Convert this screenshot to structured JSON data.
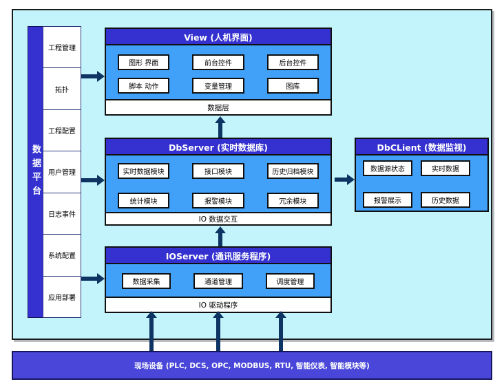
{
  "palette": {
    "panel_background": "#c3f4fb",
    "header_blue": "#3431d0",
    "body_blue": "#41a0f7",
    "field_bar_blue": "#4946d9",
    "arrow_navy": "#0d3463",
    "box_white": "#ffffff"
  },
  "sidebar": {
    "platform_label": "数据平台",
    "items": [
      "工程管理",
      "拓扑",
      "工程配置",
      "用户管理",
      "日志事件",
      "系统配置",
      "应用部署"
    ]
  },
  "view": {
    "title": "View (人机界面)",
    "modules": [
      "图形 界面",
      "前台控件",
      "后台控件",
      "脚本 动作",
      "变量管理",
      "图库"
    ],
    "footer": "数据层"
  },
  "dbserver": {
    "title": "DbServer (实时数据库)",
    "modules": [
      "实时数据模块",
      "接口模块",
      "历史归档模块",
      "统计模块",
      "报警模块",
      "冗余模块"
    ],
    "footer": "IO 数据交互"
  },
  "dbclient": {
    "title": "DbCLient (数据监视)",
    "modules": [
      "数据源状态",
      "实时数据",
      "报警展示",
      "历史数据"
    ]
  },
  "ioserver": {
    "title": "IOServer (通讯服务程序)",
    "modules": [
      "数据采集",
      "通道管理",
      "调度管理"
    ],
    "footer": "IO 驱动程序"
  },
  "field_devices": {
    "label": "现场设备 (PLC, DCS, OPC, MODBUS, RTU, 智能仪表, 智能模块等)"
  }
}
